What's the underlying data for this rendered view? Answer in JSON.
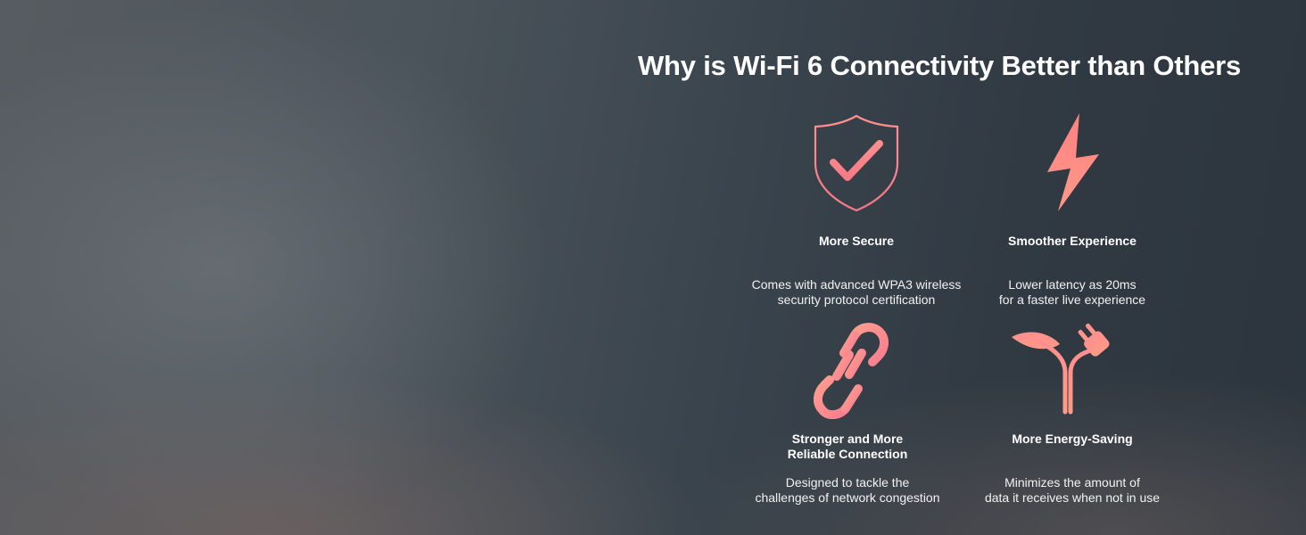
{
  "headline": "Why is Wi-Fi 6 Connectivity Better than Others",
  "accent_color": "#ff8c8c",
  "features": [
    {
      "icon": "shield-check-icon",
      "title": [
        "More Secure"
      ],
      "description": [
        "Comes with advanced WPA3 wireless",
        "security protocol certification"
      ]
    },
    {
      "icon": "lightning-bolt-icon",
      "title": [
        "Smoother Experience"
      ],
      "description": [
        "Lower latency as 20ms",
        "for a faster live experience"
      ]
    },
    {
      "icon": "chain-link-icon",
      "title": [
        "Stronger and More",
        "Reliable Connection"
      ],
      "description": [
        "Designed to tackle the",
        "challenges of network congestion"
      ]
    },
    {
      "icon": "leaf-plug-icon",
      "title": [
        "More Energy-Saving"
      ],
      "description": [
        "Minimizes the amount of",
        "data it receives when not in use"
      ]
    }
  ]
}
